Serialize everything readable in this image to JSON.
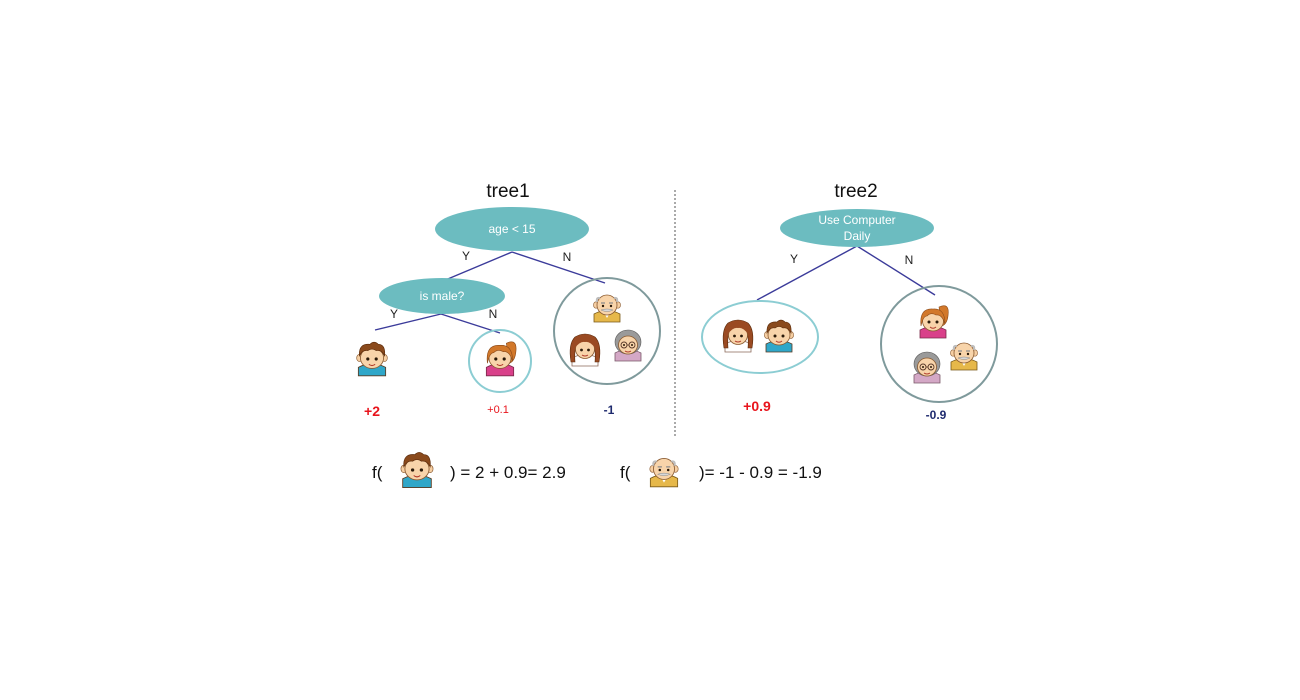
{
  "colors": {
    "node_fill": "#6cbcc0",
    "edge": "#3b3b9a",
    "leaf_ring": "#8ccdd3",
    "leaf_ring_dark": "#7f9a9c",
    "positive": "#e8141c",
    "negative": "#1e2a6e"
  },
  "tree1": {
    "title": "tree1",
    "root": {
      "label": "age < 15",
      "yes": "Y",
      "no": "N"
    },
    "child": {
      "label": "is male?",
      "yes": "Y",
      "no": "N"
    },
    "leaves": [
      {
        "score": "+2",
        "icons": [
          "boy-icon"
        ]
      },
      {
        "score": "+0.1",
        "icons": [
          "girl-icon"
        ]
      },
      {
        "score": "-1",
        "icons": [
          "grandpa-icon",
          "mother-icon",
          "grandma-icon"
        ]
      }
    ]
  },
  "tree2": {
    "title": "tree2",
    "root": {
      "label_line1": "Use Computer",
      "label_line2": "Daily",
      "yes": "Y",
      "no": "N"
    },
    "leaves": [
      {
        "score": "+0.9",
        "icons": [
          "mother-icon",
          "boy-icon"
        ]
      },
      {
        "score": "-0.9",
        "icons": [
          "girl-icon",
          "grandma-icon",
          "grandpa-icon"
        ]
      }
    ]
  },
  "formulas": [
    {
      "prefix": "f(",
      "icon": "boy-icon",
      "result": ") = 2 + 0.9= 2.9"
    },
    {
      "prefix": "f(",
      "icon": "grandpa-icon",
      "result": ")= -1 - 0.9 = -1.9"
    }
  ]
}
